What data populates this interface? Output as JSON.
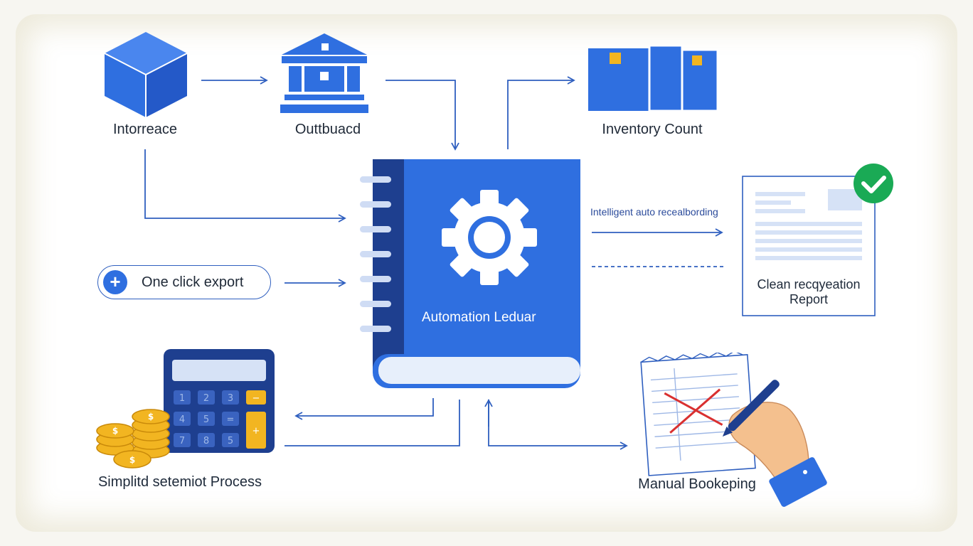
{
  "nodes": {
    "intorreace": "Intorreace",
    "outtbuacd": "Outtbuacd",
    "inventory_count": "Inventory Count",
    "one_click_export": "One click export",
    "automation_ledger": "Automation Leduar",
    "intelligent_note": "Intelligent auto recealbording",
    "clean_report": "Clean recqyeation",
    "clean_report_2": "Report",
    "simplified_process": "Simplitd setemiot Process",
    "manual_bookkeeping": "Manual Bookeping"
  },
  "calculator": {
    "keys": [
      "1",
      "2",
      "3",
      "−",
      "4",
      "5",
      "=",
      "+",
      "7",
      "8",
      "5"
    ]
  },
  "colors": {
    "primary_blue": "#2f6fe0",
    "dark_blue": "#1e3f8f",
    "line_blue": "#2f5fbf",
    "gold": "#f2b521",
    "check_green": "#1aaa55",
    "cross_red": "#d93030"
  },
  "icons": [
    "cube-icon",
    "bank-icon",
    "boxes-icon",
    "gear-icon",
    "checkmark-icon",
    "coins-icon",
    "calculator-icon",
    "pen-icon",
    "hand-icon"
  ]
}
